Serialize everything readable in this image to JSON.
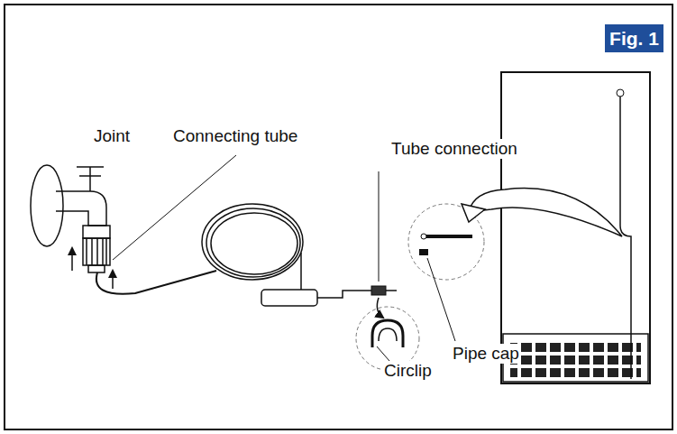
{
  "diagram": {
    "nodes": [
      {
        "text": [
          "Fig. 1"
        ]
      }
    ],
    "labels": [
      "Joint",
      "Connecting tube",
      "Tube connection",
      "Circlip",
      "Pipe cap"
    ]
  }
}
